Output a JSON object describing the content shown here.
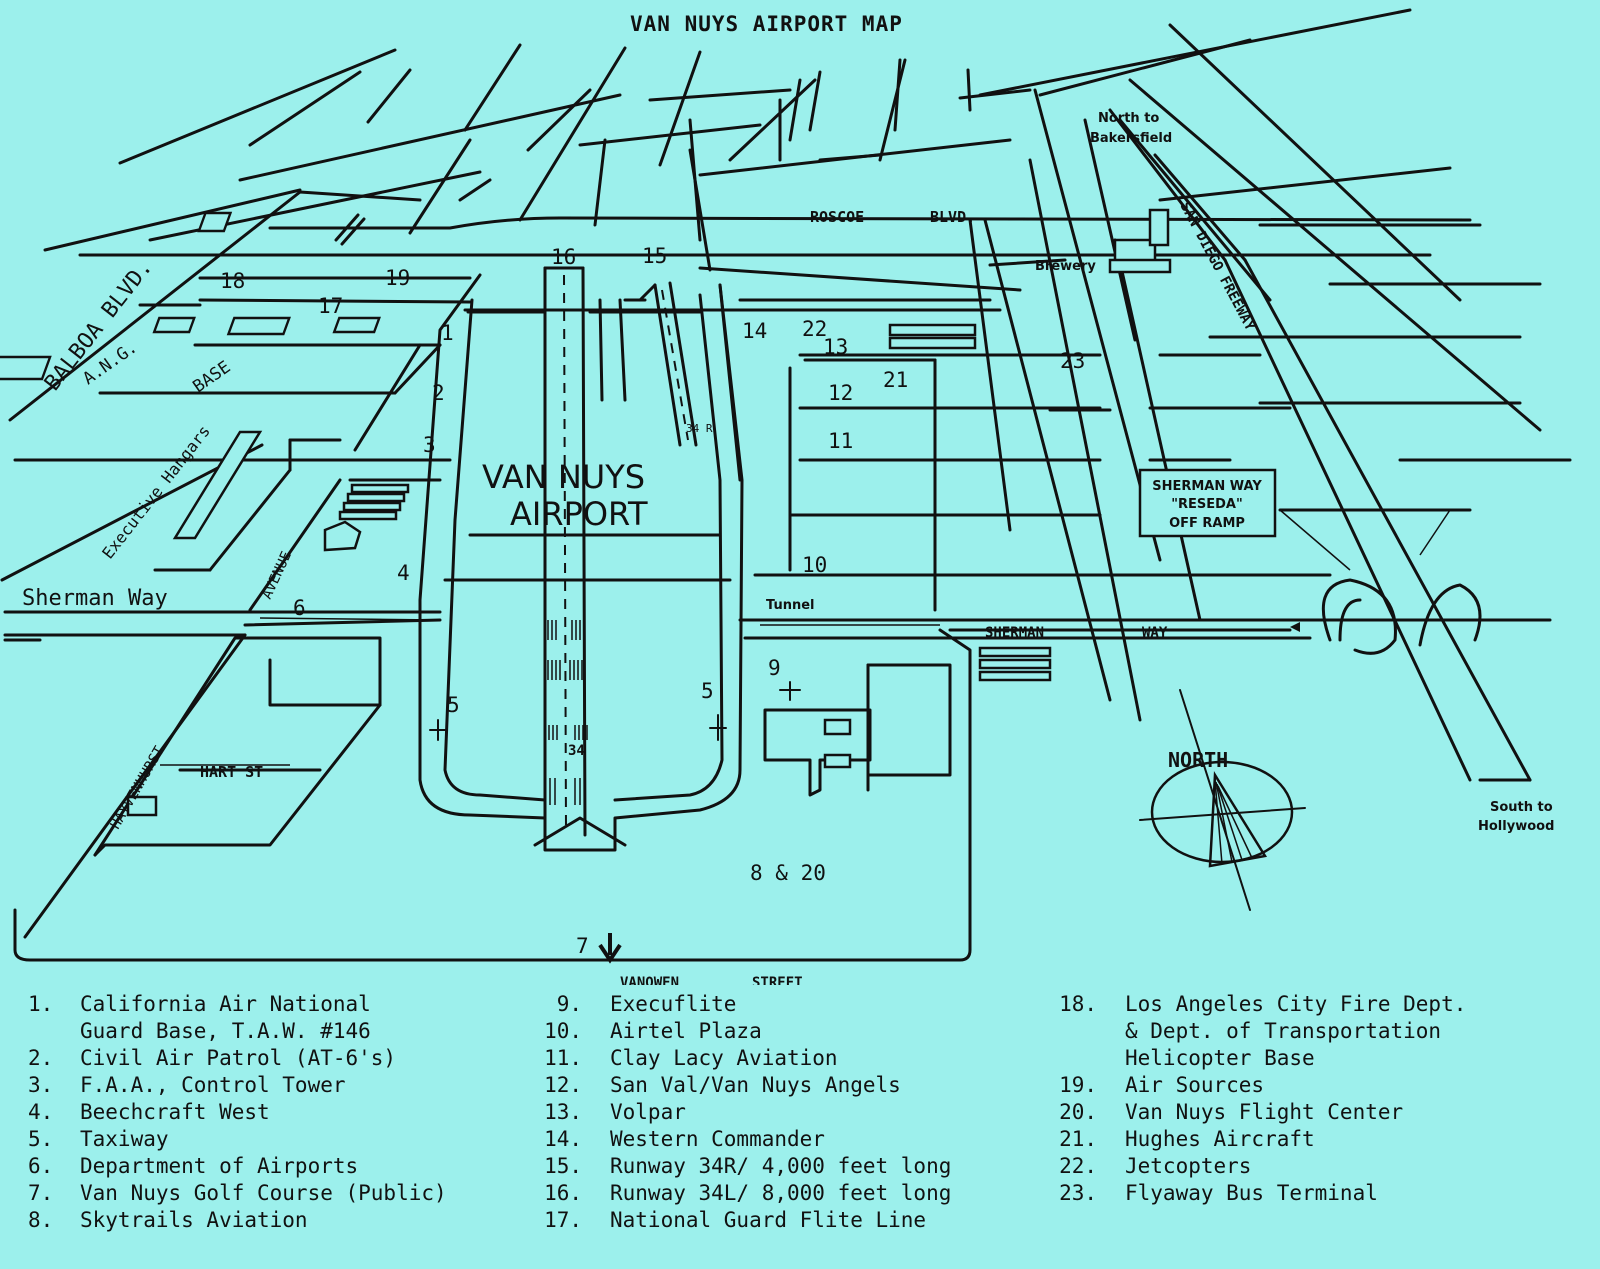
{
  "title": "VAN NUYS AIRPORT MAP",
  "map": {
    "center_label_line1": "VAN NUYS",
    "center_label_line2": "AIRPORT",
    "streets": {
      "balboa": "BALBOA BLVD.",
      "ang": "A.N.G.",
      "base": "BASE",
      "exec_hangars": "Executive Hangars",
      "sherman_way_left": "Sherman Way",
      "avenue": "AVENUE",
      "haynenhurst": "HAYVENHURST",
      "hart_st": "HART ST",
      "roscoe": "ROSCOE",
      "blvd": "BLVD.",
      "brewery": "Brewery",
      "north_to": "North to",
      "bakersfield": "Bakersfield",
      "san_diego_fwy": "SAN DIEGO FREEWAY",
      "ramp_line1": "SHERMAN WAY",
      "ramp_line2": "\"RESEDA\"",
      "ramp_line3": "OFF RAMP",
      "tunnel": "Tunnel",
      "sherman": "SHERMAN",
      "way": "WAY",
      "north": "NORTH",
      "south_to": "South to",
      "hollywood": "Hollywood",
      "vanowen": "VANOWEN",
      "street": "STREET",
      "runway_small": "34 R",
      "runway_main": "34"
    },
    "markers": {
      "m1": "1",
      "m2": "2",
      "m3": "3",
      "m4": "4",
      "m5a": "5",
      "m5b": "5",
      "m6": "6",
      "m7": "7",
      "m8_20": "8 & 20",
      "m9": "9",
      "m10": "10",
      "m11": "11",
      "m12": "12",
      "m13": "13",
      "m14": "14",
      "m15": "15",
      "m16": "16",
      "m17": "17",
      "m18": "18",
      "m19": "19",
      "m21": "21",
      "m22": "22",
      "m23": "23"
    }
  },
  "legend": {
    "col1": [
      {
        "num": "1.",
        "text": "California Air National\nGuard Base, T.A.W. #146"
      },
      {
        "num": "2.",
        "text": "Civil Air Patrol (AT-6's)"
      },
      {
        "num": "3.",
        "text": "F.A.A., Control Tower"
      },
      {
        "num": "4.",
        "text": "Beechcraft West"
      },
      {
        "num": "5.",
        "text": "Taxiway"
      },
      {
        "num": "6.",
        "text": "Department of Airports"
      },
      {
        "num": "7.",
        "text": "Van Nuys Golf Course (Public)"
      },
      {
        "num": "8.",
        "text": "Skytrails Aviation"
      }
    ],
    "col2": [
      {
        "num": "9.",
        "text": "Execuflite"
      },
      {
        "num": "10.",
        "text": "Airtel Plaza"
      },
      {
        "num": "11.",
        "text": "Clay Lacy Aviation"
      },
      {
        "num": "12.",
        "text": "San Val/Van Nuys Angels"
      },
      {
        "num": "13.",
        "text": "Volpar"
      },
      {
        "num": "14.",
        "text": "Western Commander"
      },
      {
        "num": "15.",
        "text": "Runway 34R/ 4,000 feet long"
      },
      {
        "num": "16.",
        "text": "Runway 34L/ 8,000 feet long"
      },
      {
        "num": "17.",
        "text": "National Guard Flite Line"
      }
    ],
    "col3": [
      {
        "num": "18.",
        "text": "Los Angeles City Fire Dept.\n& Dept. of Transportation\nHelicopter Base"
      },
      {
        "num": "19.",
        "text": "Air Sources"
      },
      {
        "num": "20.",
        "text": "Van Nuys Flight Center"
      },
      {
        "num": "21.",
        "text": "Hughes Aircraft"
      },
      {
        "num": "22.",
        "text": "Jetcopters"
      },
      {
        "num": "23.",
        "text": "Flyaway Bus Terminal"
      }
    ]
  }
}
